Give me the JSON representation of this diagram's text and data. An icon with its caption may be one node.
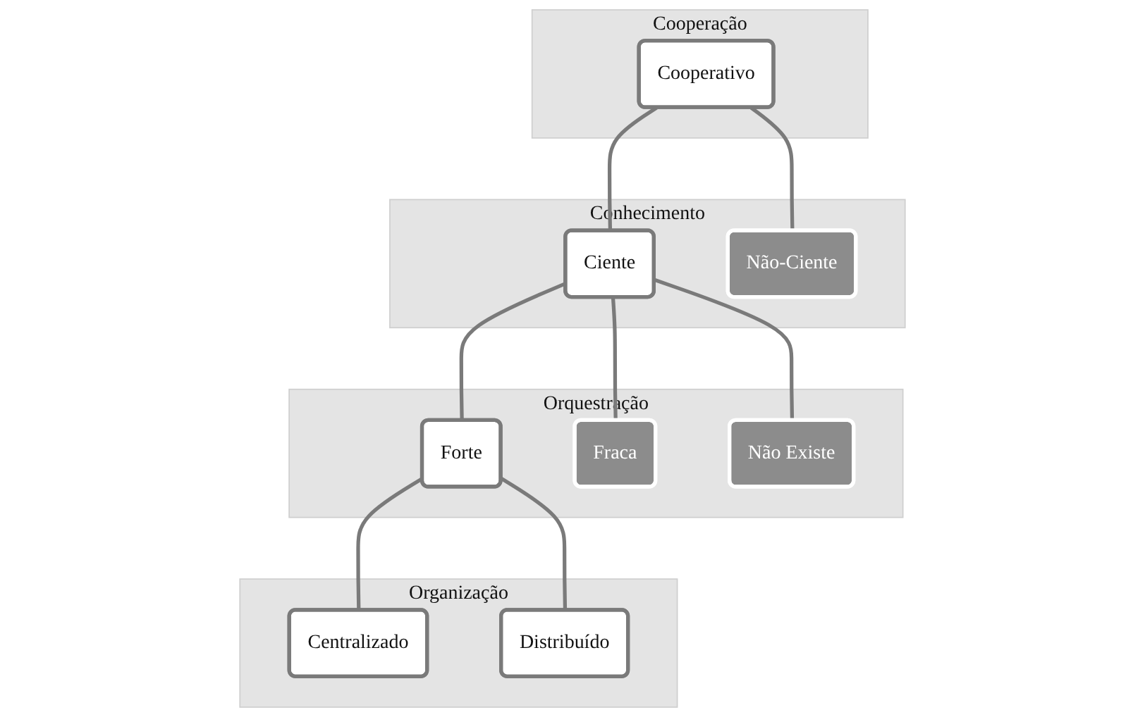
{
  "diagram": {
    "nodes": [
      {
        "text": [
          "Cooperação"
        ]
      },
      {
        "text": [
          "Cooperativo"
        ],
        "in": 0
      },
      {
        "text": [
          "Conhecimento"
        ]
      },
      {
        "text": [
          "Ciente"
        ],
        "in": 2
      },
      {
        "text": [
          "Não-Ciente"
        ],
        "in": 2
      },
      {
        "text": [
          "Orquestração"
        ]
      },
      {
        "text": [
          "Forte"
        ],
        "in": 5
      },
      {
        "text": [
          "Fraca"
        ],
        "in": 5
      },
      {
        "text": [
          "Não Existe"
        ],
        "in": 5
      },
      {
        "text": [
          "Organização"
        ]
      },
      {
        "text": [
          "Centralizado"
        ],
        "in": 9
      },
      {
        "text": [
          "Distribuído"
        ],
        "in": 9
      }
    ],
    "edges": [
      {
        "from": 1,
        "to": 3,
        "arrow": "none"
      },
      {
        "from": 1,
        "to": 4,
        "arrow": "none"
      },
      {
        "from": 3,
        "to": 6,
        "arrow": "none"
      },
      {
        "from": 3,
        "to": 7,
        "arrow": "none"
      },
      {
        "from": 3,
        "to": 8,
        "arrow": "none"
      },
      {
        "from": 6,
        "to": 10,
        "arrow": "none"
      },
      {
        "from": 6,
        "to": 11,
        "arrow": "none"
      }
    ]
  }
}
